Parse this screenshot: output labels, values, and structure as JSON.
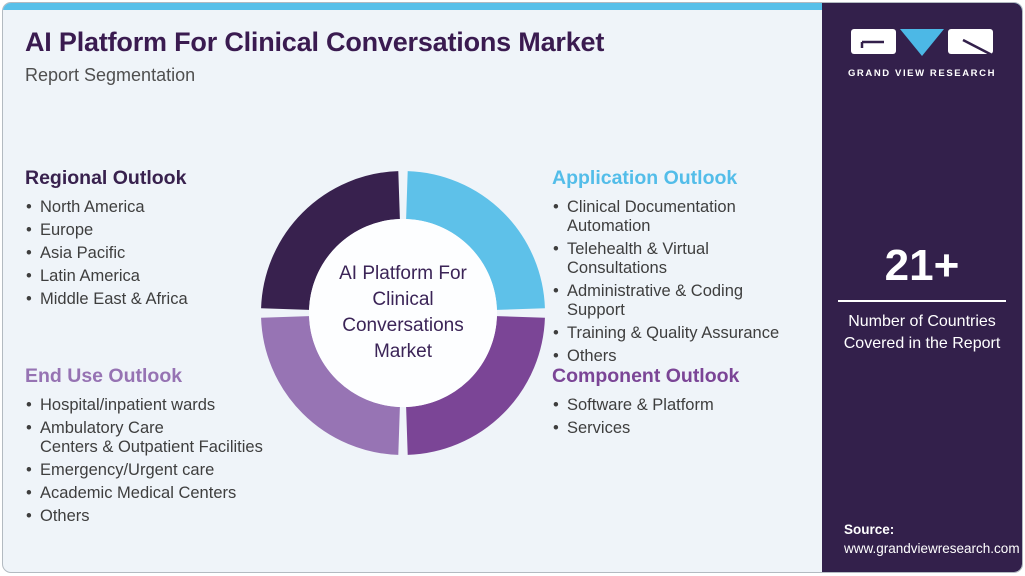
{
  "header": {
    "title": "AI Platform For Clinical Conversations Market",
    "subtitle": "Report Segmentation"
  },
  "sections": [
    {
      "heading": "Regional Outlook",
      "color": "#38214e",
      "items": [
        "North America",
        "Europe",
        "Asia Pacific",
        "Latin America",
        "Middle East & Africa"
      ]
    },
    {
      "heading": "Application Outlook",
      "color": "#53bde9",
      "items": [
        "Clinical Documentation\nAutomation",
        "Telehealth & Virtual\nConsultations",
        "Administrative & Coding\nSupport",
        "Training & Quality Assurance",
        "Others"
      ]
    },
    {
      "heading": "End Use Outlook",
      "color": "#9673b3",
      "items": [
        "Hospital/inpatient wards",
        "Ambulatory Care\nCenters & Outpatient Facilities",
        "Emergency/Urgent care",
        "Academic Medical Centers",
        "Others"
      ]
    },
    {
      "heading": "Component Outlook",
      "color": "#7b4596",
      "items": [
        "Software & Platform",
        "Services"
      ]
    }
  ],
  "chart_data": {
    "type": "pie",
    "title": "AI Platform For Clinical Conversations Market",
    "center_label": "AI Platform For\nClinical\nConversations\nMarket",
    "donut": true,
    "legend_position": "none",
    "segments": [
      {
        "name": "Application Outlook",
        "value": 25,
        "color": "#5ec1e9"
      },
      {
        "name": "Component Outlook",
        "value": 25,
        "color": "#7b4596"
      },
      {
        "name": "End Use Outlook",
        "value": 25,
        "color": "#9774b4"
      },
      {
        "name": "Regional Outlook",
        "value": 25,
        "color": "#38214e"
      }
    ]
  },
  "sidebar": {
    "logo_text": "GRAND VIEW RESEARCH",
    "stat_value": "21+",
    "stat_caption": "Number of Countries Covered in the Report",
    "source_label": "Source:",
    "source_url": "www.grandviewresearch.com"
  },
  "colors": {
    "accent_blue": "#58c0e9",
    "sidebar_bg": "#33204b",
    "card_bg": "#eff4f9",
    "title": "#3a1b50",
    "body_text": "#3e3e3e"
  }
}
